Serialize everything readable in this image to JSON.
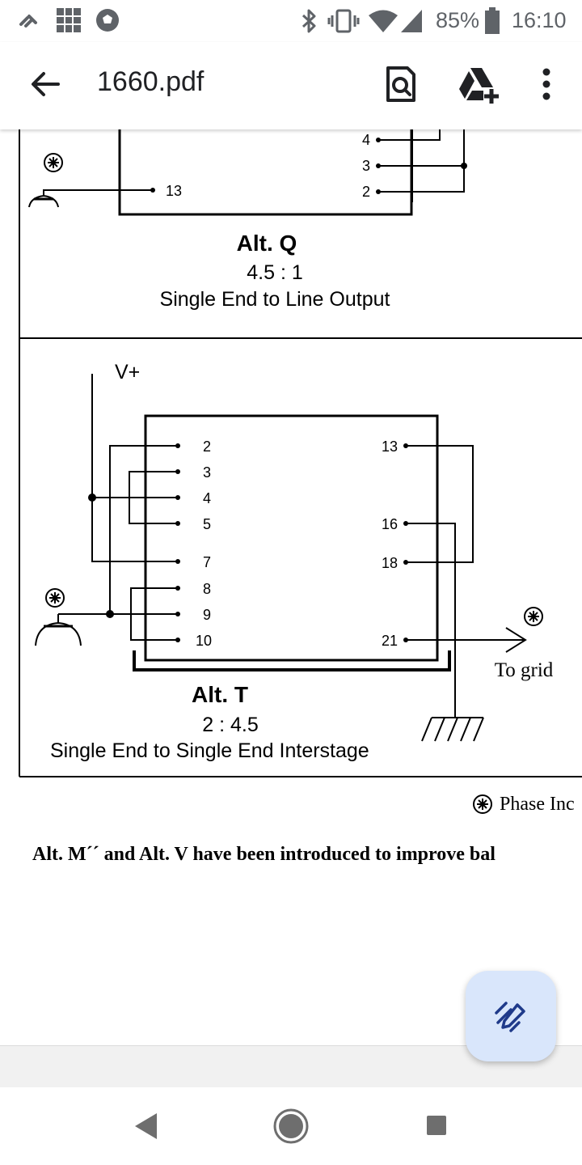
{
  "status_bar": {
    "battery": "85%",
    "time": "16:10",
    "icons": [
      "fanfare-icon",
      "app-grid-icon",
      "soccer-ball-icon",
      "bluetooth-icon",
      "vibrate-icon",
      "wifi-icon",
      "signal-icon",
      "battery-icon"
    ]
  },
  "app_bar": {
    "title": "1660.pdf",
    "icons": [
      "back-arrow-icon",
      "find-in-page-icon",
      "add-to-drive-icon",
      "more-options-icon"
    ]
  },
  "document": {
    "alt_q": {
      "pins_right": [
        "4",
        "3",
        "2"
      ],
      "pin_left": "13",
      "title": "Alt. Q",
      "ratio": "4.5 : 1",
      "description": "Single End to Line Output"
    },
    "alt_t": {
      "supply_label": "V+",
      "pins_left": [
        "2",
        "3",
        "4",
        "5",
        "7",
        "8",
        "9",
        "10"
      ],
      "pins_right": [
        "13",
        "16",
        "18",
        "21"
      ],
      "title": "Alt. T",
      "ratio": "2 : 4.5",
      "description": "Single End to Single End Interstage",
      "output_label": "To grid"
    },
    "legend_text": "Phase Inc",
    "body_text": "Alt. M´´ and Alt. V have been introduced to improve bal"
  },
  "fab": {
    "icon": "annotate-pen-icon"
  },
  "nav_bar": {
    "icons": [
      "nav-back-icon",
      "nav-home-icon",
      "nav-recents-icon"
    ]
  }
}
